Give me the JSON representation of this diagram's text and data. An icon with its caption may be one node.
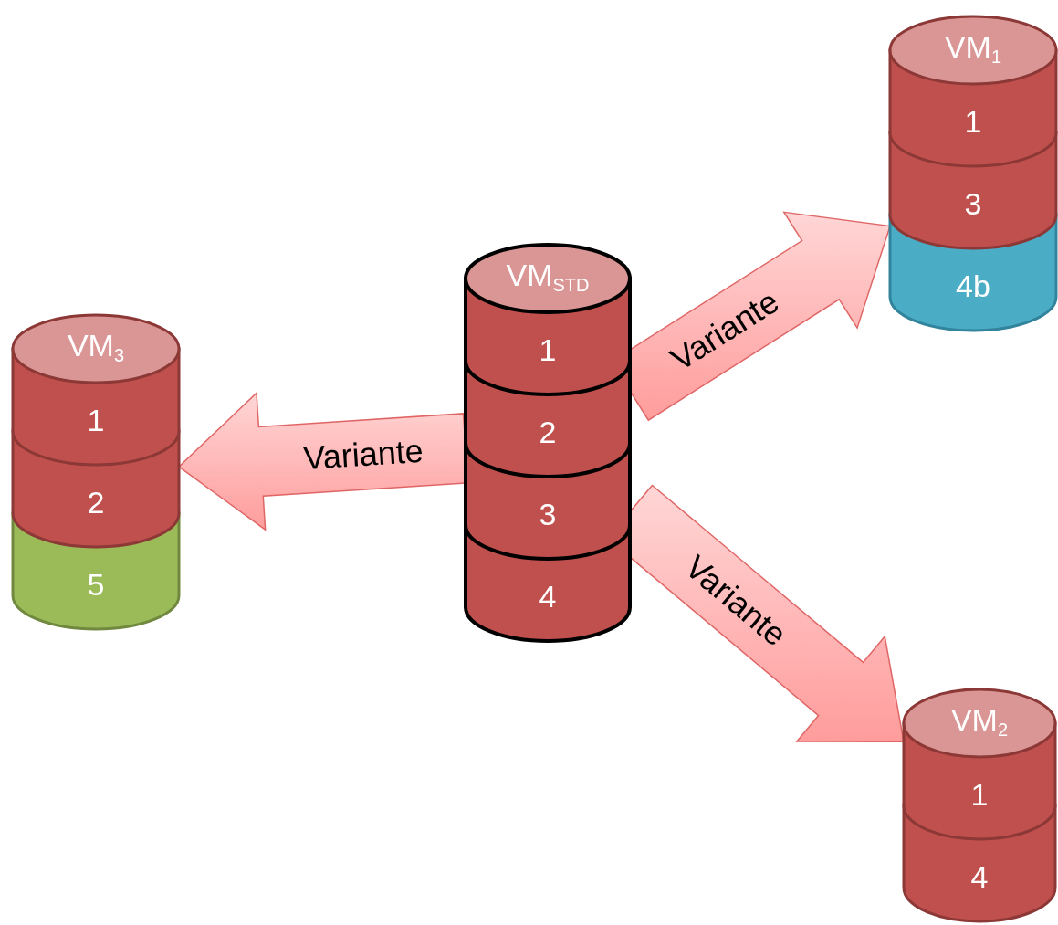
{
  "diagram": {
    "nodes": [
      {
        "text": [
          "VM$_{1}$"
        ]
      },
      {
        "text": [
          "1"
        ],
        "in": 0
      },
      {
        "text": [
          "3"
        ],
        "in": 0
      },
      {
        "text": [
          "4b"
        ],
        "in": 0
      },
      {
        "text": [
          "VM$_{STD}$"
        ]
      },
      {
        "text": [
          "1"
        ],
        "in": 4
      },
      {
        "text": [
          "2"
        ],
        "in": 4
      },
      {
        "text": [
          "3"
        ],
        "in": 4
      },
      {
        "text": [
          "4"
        ],
        "in": 4
      },
      {
        "text": [
          "VM$_{3}$"
        ]
      },
      {
        "text": [
          "1"
        ],
        "in": 9
      },
      {
        "text": [
          "2"
        ],
        "in": 9
      },
      {
        "text": [
          "5"
        ],
        "in": 9
      },
      {
        "text": [
          "VM$_{2}$"
        ]
      },
      {
        "text": [
          "1"
        ],
        "in": 13
      },
      {
        "text": [
          "4"
        ],
        "in": 13
      }
    ],
    "edges": [
      {
        "from": 4,
        "to": 0,
        "arrow": "to",
        "label": "Variante"
      },
      {
        "from": 4,
        "to": 9,
        "arrow": "to",
        "label": "Variante"
      },
      {
        "from": 4,
        "to": 13,
        "arrow": "to",
        "label": "Variante"
      }
    ]
  }
}
